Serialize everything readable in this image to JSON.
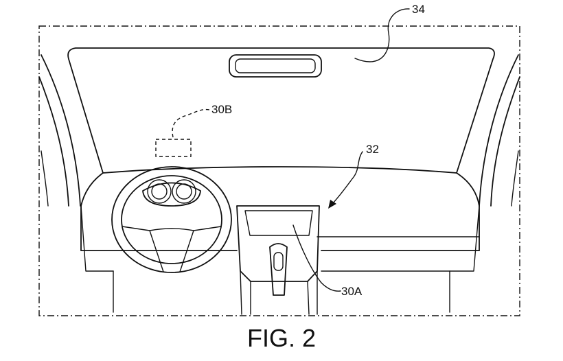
{
  "labels": {
    "windshield_ref": "34",
    "hud_ref": "30B",
    "dashboard_ref": "32",
    "console_display_ref": "30A"
  },
  "caption": "FIG. 2",
  "colors": {
    "ink": "#111111",
    "paper": "#ffffff"
  }
}
